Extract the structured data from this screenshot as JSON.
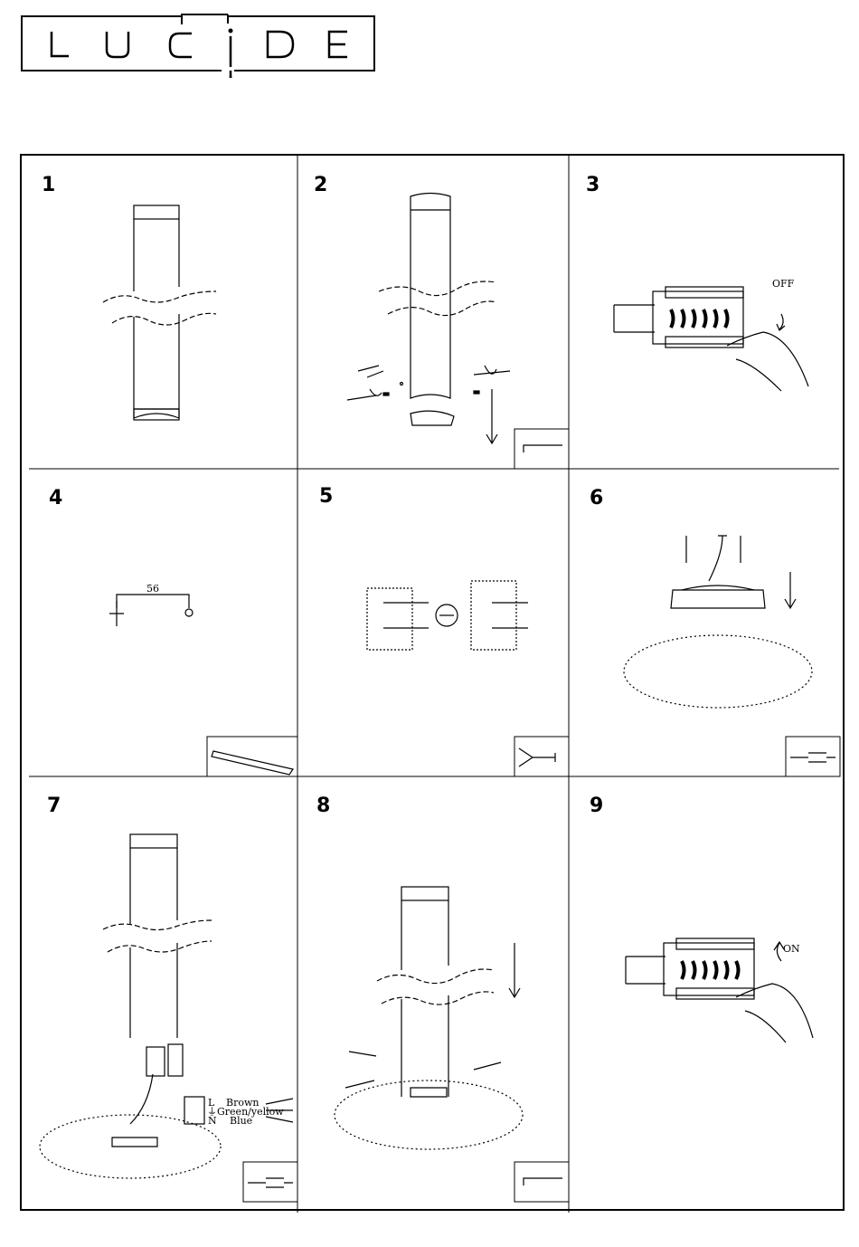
{
  "brand": {
    "letters": [
      "L",
      "U",
      "C",
      "I",
      "D",
      "E"
    ]
  },
  "steps": [
    {
      "number": "1"
    },
    {
      "number": "2"
    },
    {
      "number": "3",
      "label": "OFF"
    },
    {
      "number": "4",
      "dimension": "56"
    },
    {
      "number": "5"
    },
    {
      "number": "6"
    },
    {
      "number": "7",
      "wires": {
        "l": "L",
        "e": "⏚",
        "n": "N",
        "brown": "Brown",
        "green": "Green/yellow",
        "blue": "Blue"
      }
    },
    {
      "number": "8"
    },
    {
      "number": "9",
      "label": "ON"
    }
  ],
  "icon_names": {
    "allen_key": "allen-key-icon",
    "pencil": "pencil-icon",
    "drill": "drill-icon",
    "screwdriver": "screwdriver-icon"
  }
}
